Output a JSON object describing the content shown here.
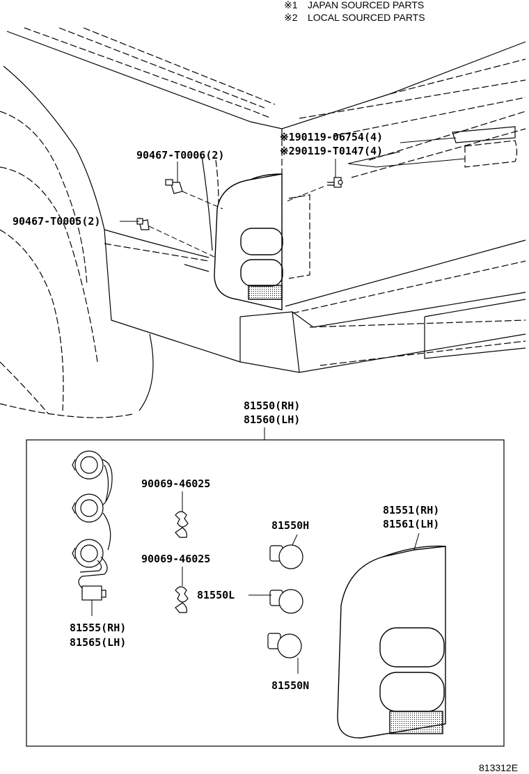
{
  "legend": {
    "note1_mark": "※1",
    "note1_text": "JAPAN SOURCED PARTS",
    "note2_mark": "※2",
    "note2_text": "LOCAL SOURCED PARTS"
  },
  "callouts": {
    "p_90119_06754": "※190119-06754(4)",
    "p_90119_T0147": "※290119-T0147(4)",
    "p_90467_T0006": "90467-T0006(2)",
    "p_90467_T0005": "90467-T0005(2)",
    "p_81550_rh": "81550(RH)",
    "p_81560_lh": "81560(LH)",
    "p_90069_46025_a": "90069-46025",
    "p_90069_46025_b": "90069-46025",
    "p_81550H": "81550H",
    "p_81550L": "81550L",
    "p_81550N": "81550N",
    "p_81551_rh": "81551(RH)",
    "p_81561_lh": "81561(LH)",
    "p_81555_rh": "81555(RH)",
    "p_81565_lh": "81565(LH)"
  },
  "figure_id": "813312E"
}
